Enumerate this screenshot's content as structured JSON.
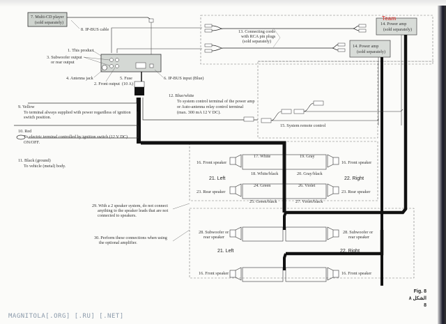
{
  "diagram": {
    "title": "Connection diagram – IP-BUS head unit wiring",
    "components": {
      "multi_cd": [
        "7. Multi-CD player",
        "(sold separately)"
      ],
      "ipbus_cable": "8. IP-BUS cable",
      "this_product": "1. This product",
      "sub_out": [
        "3. Subwoofer output",
        "or rear output"
      ],
      "antenna": "4. Antenna jack",
      "front_out": "2. Front output",
      "fuse": [
        "5. Fuse",
        "(10 A)"
      ],
      "ipbus_in": "6. IP-BUS input (Blue)",
      "rca": [
        "13. Connecting cords",
        "with RCA pin plugs",
        "(sold separately)"
      ],
      "amp_top": [
        "14. Power amp",
        "(sold separately)"
      ],
      "amp_mid": [
        "14. Power amp",
        "(sold separately)"
      ],
      "blue_white": [
        "12. Blue/white",
        "To system control terminal of the power amp",
        "or Auto-antenna relay control terminal",
        "(max. 300 mA 12 V DC)."
      ],
      "remote": "15. System remote control",
      "yellow": [
        "9.  Yellow",
        "To terminal always supplied with power regardless of ignition",
        "switch position."
      ],
      "red": [
        "10. Red",
        "To electric terminal controlled by ignition switch (12 V DC)",
        "ON/OFF."
      ],
      "black": [
        "11. Black (ground)",
        "To vehicle (metal) body."
      ],
      "note29": [
        "29. With a 2 speaker system, do not connect",
        "anything to the speaker leads that are not",
        "connected to speakers."
      ],
      "note30": [
        "30. Perform these connections when using",
        "the optional amplifier."
      ]
    },
    "speakers": {
      "front_speaker": "16. Front speaker",
      "rear_speaker": "23. Rear speaker",
      "sub_or_rear": [
        "28. Subwoofer or",
        "rear speaker"
      ],
      "left": "21. Left",
      "right": "22. Right",
      "plus": "+",
      "minus": "−"
    },
    "wires": {
      "w17": "17. White",
      "w18": "18. White/black",
      "w19": "19. Gray",
      "w20": "20. Gray/black",
      "w24": "24. Green",
      "w25": "25. Green/black",
      "w26": "26. Violet",
      "w27": "27. Violet/black"
    },
    "figure": {
      "label": "Fig. 8",
      "arabic": "الشكل ٨",
      "code": "8"
    },
    "watermark": "MAGNITOLA[.ORG] [.RU] [.NET]",
    "logo": "Team"
  }
}
